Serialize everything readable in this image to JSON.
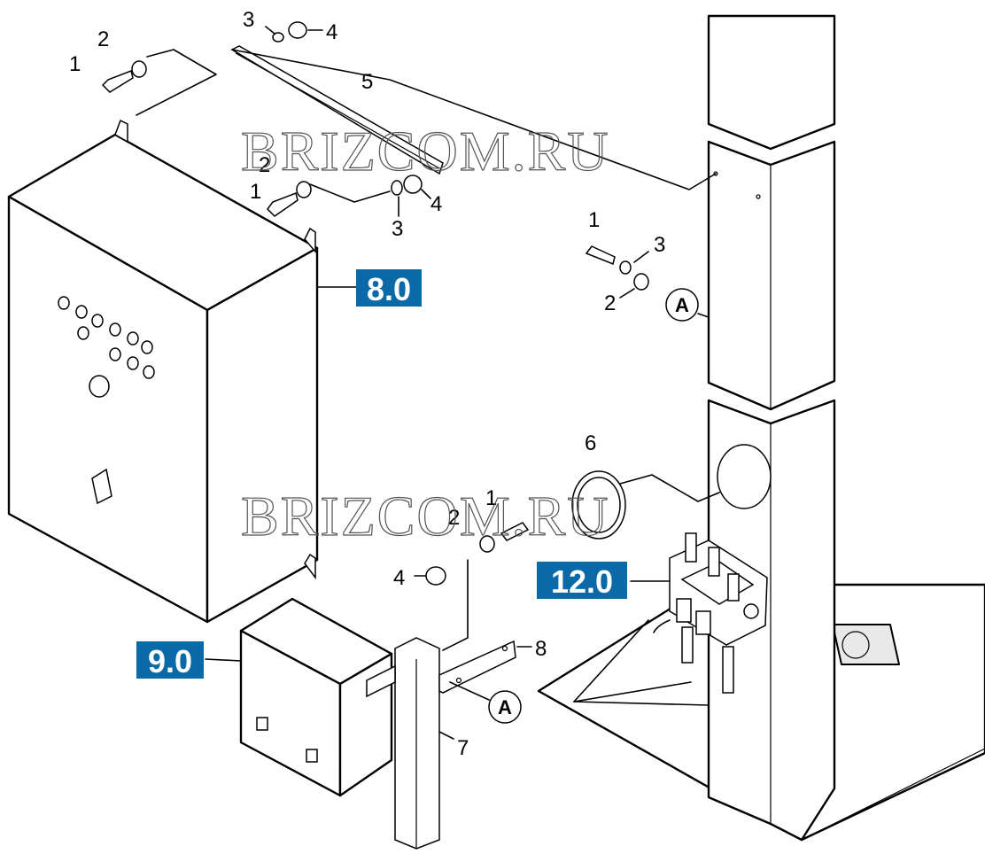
{
  "watermark": "BRIZCOM.RU",
  "badges": {
    "control_box": "8.0",
    "junction_box": "9.0",
    "valve_block": "12.0"
  },
  "callout_letter": "A",
  "part_numbers": {
    "n1": "1",
    "n2": "2",
    "n3": "3",
    "n4": "4",
    "n5": "5",
    "n6": "6",
    "n7": "7",
    "n8": "8"
  },
  "colors": {
    "badge": "#0a6aa8",
    "line": "#000000"
  }
}
